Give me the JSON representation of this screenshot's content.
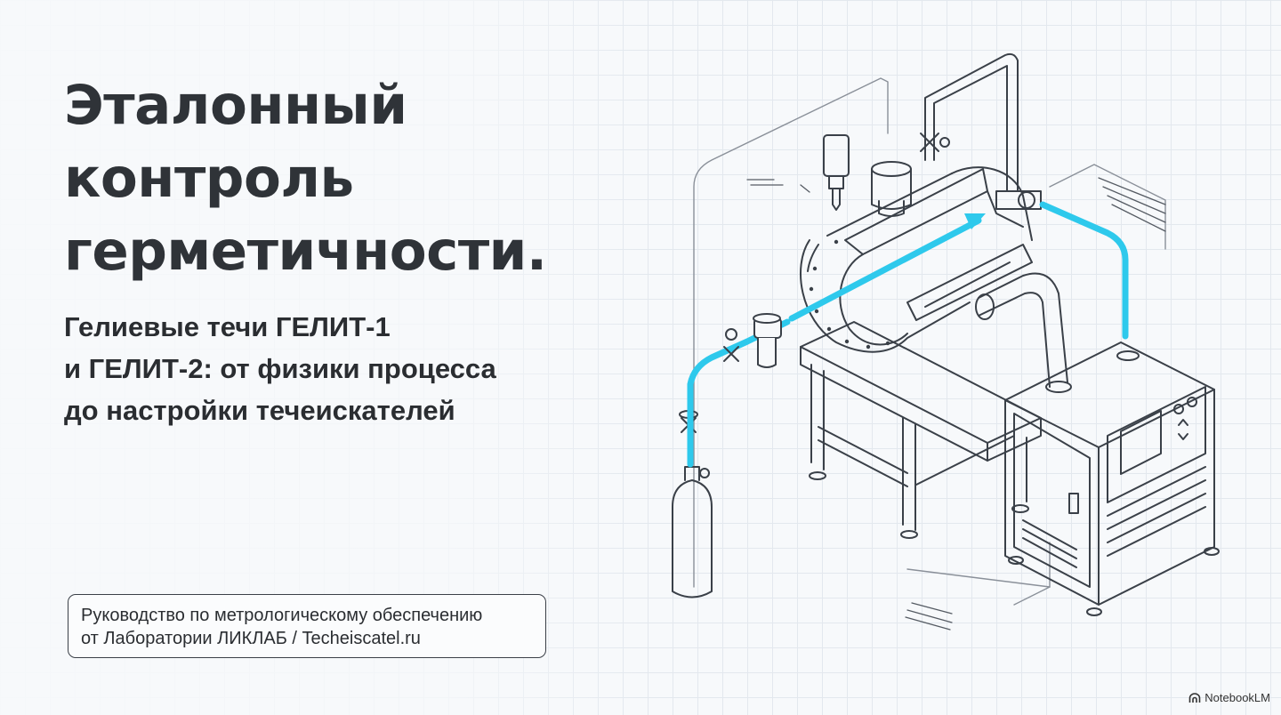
{
  "title_lines": [
    "Эталонный",
    "контроль",
    "герметичности."
  ],
  "subtitle": {
    "line1": "Гелиевые течи ГЕЛИТ-1",
    "line2_bold": "и ГЕЛИТ-2",
    "line2_rest": ": от физики процесса",
    "line3": "до настройки течеискателей"
  },
  "caption_lines": [
    "Руководство по метрологическому обеспечению",
    "от Лаборатории ЛИКЛАБ / Techeiscatel.ru"
  ],
  "brand": {
    "label": "NotebookLM",
    "icon": "notebooklm-logo-icon"
  },
  "colors": {
    "accent": "#2ec9ec",
    "line": "#3a4048",
    "text": "#2f3338"
  }
}
